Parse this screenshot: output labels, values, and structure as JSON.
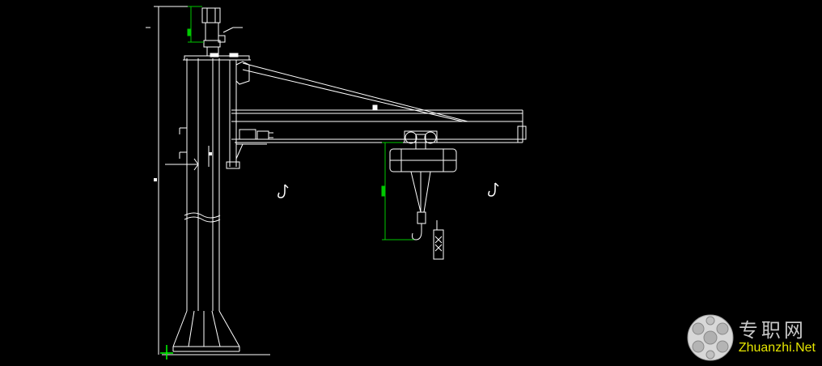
{
  "drawing": {
    "title": "",
    "colors": {
      "background": "#000000",
      "line": "#ffffff",
      "dimension": "#00c800",
      "ucs_icon": "#00ff00"
    }
  },
  "watermark": {
    "chinese": "专职网",
    "site": "Zhuanzhi.Net",
    "icon": "soccer-ball-logo",
    "color_cn": "#c8c8c8",
    "color_en": "#e6e600"
  }
}
